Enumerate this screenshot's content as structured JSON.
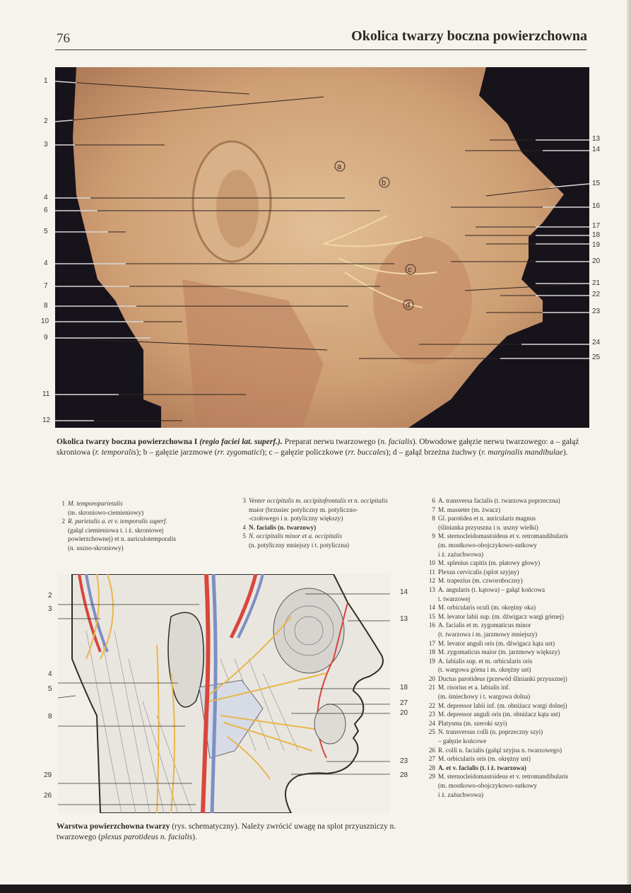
{
  "page": {
    "number": "76",
    "running_head": "Okolica twarzy boczna powierzchowna"
  },
  "photo": {
    "labels_left": [
      "1",
      "2",
      "3",
      "4",
      "6",
      "5",
      "4",
      "7",
      "8",
      "10",
      "9",
      "11",
      "12"
    ],
    "labels_right": [
      "13",
      "14",
      "15",
      "16",
      "17",
      "18",
      "19",
      "20",
      "21",
      "22",
      "23",
      "24",
      "25"
    ],
    "branch_markers": [
      "a",
      "b",
      "c",
      "d"
    ],
    "caption": {
      "title": "Okolica twarzy boczna powierzchowna I",
      "latin_title": "(regio faciei lat. superf.).",
      "text1": " Preparat nerwu twarzowego (",
      "latin1": "n. facialis",
      "text2": "). Obwodowe gałęzie nerwu twarzowego: a – gałąź skroniowa (",
      "latin2": "r. temporalis",
      "text3": "); b – gałęzie jarzmowe (",
      "latin3": "rr. zygomatici",
      "text4": "); c – gałęzie policzkowe (",
      "latin4": "rr. buccales",
      "text5": "); d – gałąź brzeżna żuchwy (",
      "latin5": "r. marginalis mandibulae",
      "text6": ")."
    }
  },
  "legend": [
    {
      "n": "1",
      "lines": [
        "M. temporoparietalis",
        "(m. skroniowo-ciemieniowy)"
      ]
    },
    {
      "n": "2",
      "lines": [
        "R. parietalis a. et v. temporalis superf.",
        "(gałąź ciemieniowa t. i ż. skroniowej",
        "powierzchownej) et n. auriculotemporalis",
        "(n. uszno-skroniowy)"
      ]
    },
    {
      "n": "3",
      "lines": [
        "Venter occipitalis m. occipitofrontalis et n. occipitalis",
        "maior (brzusiec potyliczny m. potyliczno-",
        "-czołowego i n. potyliczny większy)"
      ]
    },
    {
      "n": "4",
      "lines": [
        "N. facialis (n. twarzowy)"
      ]
    },
    {
      "n": "5",
      "lines": [
        "N. occipitalis minor et a. occipitalis",
        "(n. potyliczny mniejszy i t. potyliczna)"
      ]
    },
    {
      "n": "6",
      "lines": [
        "A. transversa facialis (t. twarzowa poprzeczna)"
      ]
    },
    {
      "n": "7",
      "lines": [
        "M. masseter (m. żwacz)"
      ]
    },
    {
      "n": "8",
      "lines": [
        "Gl. parotidea et n. auricularis magnus",
        "(ślinianka przyuszna i n. uszny wielki)"
      ]
    },
    {
      "n": "9",
      "lines": [
        "M. sternocleidomastoideus et v. retromandibularis",
        "(m. mostkowo-obojczykowo-sutkowy",
        "i ż. zażuchwowa)"
      ]
    },
    {
      "n": "10",
      "lines": [
        "M. splenius capitis (m. płatowy głowy)"
      ]
    },
    {
      "n": "11",
      "lines": [
        "Plexus cervicalis (splot szyjny)"
      ]
    },
    {
      "n": "12",
      "lines": [
        "M. trapezius (m. czworoboczny)"
      ]
    },
    {
      "n": "13",
      "lines": [
        "A. angularis (t. kątowa) – gałąź końcowa",
        "t. twarzowej"
      ]
    },
    {
      "n": "14",
      "lines": [
        "M. orbicularis oculi (m. okrężny oka)"
      ]
    },
    {
      "n": "15",
      "lines": [
        "M. levator labii sup. (m. dźwigacz wargi górnej)"
      ]
    },
    {
      "n": "16",
      "lines": [
        "A. facialis et m. zygomaticus minor",
        "(t. twarzowa i m. jarzmowy mniejszy)"
      ]
    },
    {
      "n": "17",
      "lines": [
        "M. levator anguli oris (m. dźwigacz kąta ust)"
      ]
    },
    {
      "n": "18",
      "lines": [
        "M. zygomaticus maior (m. jarzmowy większy)"
      ]
    },
    {
      "n": "19",
      "lines": [
        "A. labialis sup. et m. orbicularis oris",
        "(t. wargowa górna i m. okrężny ust)"
      ]
    },
    {
      "n": "20",
      "lines": [
        "Ductus parotideus (przewód ślinianki przyusznej)"
      ]
    },
    {
      "n": "21",
      "lines": [
        "M. risorius et a. labialis inf.",
        "(m. śmiechowy i t. wargowa dolna)"
      ]
    },
    {
      "n": "22",
      "lines": [
        "M. depressor labii inf. (m. obniżacz wargi dolnej)"
      ]
    },
    {
      "n": "23",
      "lines": [
        "M. depressor anguli oris (m. obniżacz kąta ust)"
      ]
    },
    {
      "n": "24",
      "lines": [
        "Platysma (m. szeroki szyi)"
      ]
    },
    {
      "n": "25",
      "lines": [
        "N. transversus colli (n. poprzeczny szyi)",
        "– gałęzie końcowe"
      ]
    },
    {
      "n": "26",
      "lines": [
        "R. colli n. facialis (gałąź szyjna n. twarzowego)"
      ]
    },
    {
      "n": "27",
      "lines": [
        "M. orbicularis oris (m. okrężny ust)"
      ]
    },
    {
      "n": "28",
      "lines": [
        "A. et v. facialis (t. i ż. twarzowa)"
      ]
    },
    {
      "n": "29",
      "lines": [
        "M. sternocleidomastoideus et v. retromandibularis",
        "(m. mostkowo-obojczykowo-sutkowy",
        "i ż. zażuchwowa)"
      ]
    }
  ],
  "drawing": {
    "labels_left": [
      "2",
      "3",
      "4",
      "5",
      "8",
      "29",
      "26"
    ],
    "labels_right": [
      "14",
      "13",
      "18",
      "27",
      "20",
      "23",
      "28"
    ],
    "caption": {
      "title": "Warstwa powierzchowna twarzy",
      "text1": " (rys. schematyczny). Należy zwrócić uwagę na splot przyuszniczy n. twarzowego (",
      "latin1": "plexus parotideus n. facialis",
      "text2": ")."
    }
  },
  "colors": {
    "page_bg": "#f6f3ec",
    "photo_bg": "#17131a",
    "tissue": "#d2a57c",
    "artery": "#d8463c",
    "vein": "#7d8fc4",
    "nerve": "#e9b64a"
  }
}
